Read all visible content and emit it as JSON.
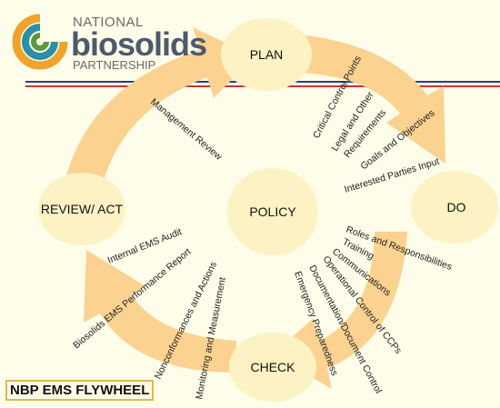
{
  "logo": {
    "line1": "NATIONAL",
    "line2": "biosolids",
    "line3": "PARTNERSHIP"
  },
  "colors": {
    "arrow": "#fbd28f",
    "node": "#fdf2c3",
    "background": "#fdfde9",
    "line_blue": "#2a3b8f",
    "line_red": "#c8323a",
    "caption_border": "#e5b84a"
  },
  "nodes": {
    "plan": "PLAN",
    "do": "DO",
    "check": "CHECK",
    "review": "REVIEW/ ACT",
    "policy": "POLICY"
  },
  "plan_to_do": [
    "Critical Control Points",
    "Legal and Other",
    "Requirements",
    "Goals and Objectives",
    "Interested Parties Input"
  ],
  "do_to_check": [
    "Roles and Responsibilities",
    "Training",
    "Communications",
    "Operational Control of CCPs",
    "Documentation/Document Control",
    "Emergency Preparedness"
  ],
  "check_to_review": [
    "Monitoring and Measurement",
    "Nonconformances and Actions",
    "Biosolids EMS Performance Report",
    "Internal EMS Audit"
  ],
  "review_to_plan": [
    "Management Review"
  ],
  "caption": "NBP EMS FLYWHEEL"
}
